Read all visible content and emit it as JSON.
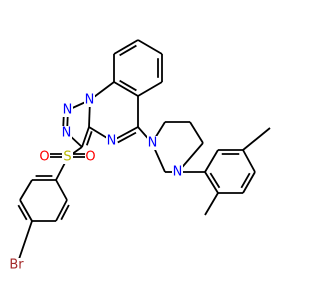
{
  "molecule": {
    "atom_labels": {
      "n1": "N",
      "n2": "N",
      "n3": "N",
      "n4": "N",
      "n5": "N",
      "n6": "N",
      "s": "S",
      "o1": "O",
      "o2": "O",
      "br": "Br"
    },
    "colors": {
      "bond": "#000000",
      "nitrogen": "#0000ff",
      "sulfur": "#b8b800",
      "oxygen": "#ff0000",
      "bromine": "#a52a2a"
    }
  }
}
